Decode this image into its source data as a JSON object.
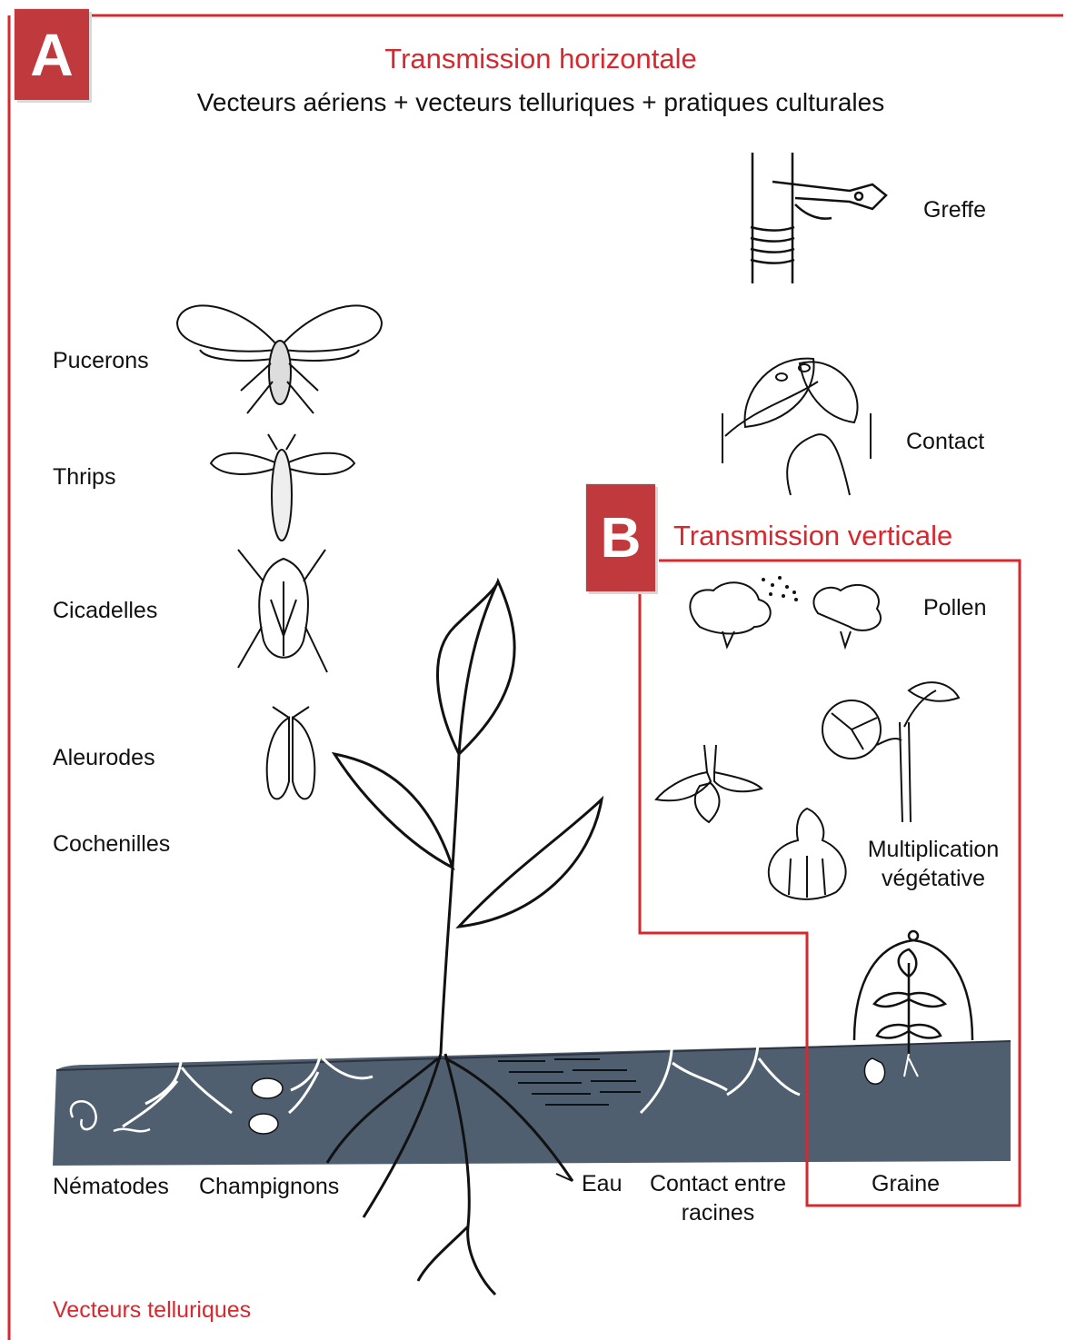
{
  "panel_a": {
    "badge": "A",
    "title": "Transmission horizontale",
    "subtitle": "Vecteurs aériens + vecteurs telluriques + pratiques culturales"
  },
  "panel_b": {
    "badge": "B",
    "title": "Transmission verticale"
  },
  "labels": {
    "greffe": "Greffe",
    "contact": "Contact",
    "pucerons": "Pucerons",
    "thrips": "Thrips",
    "cicadelles": "Cicadelles",
    "aleurodes": "Aleurodes",
    "cochenilles": "Cochenilles",
    "pollen": "Pollen",
    "multiplication": "Multiplication",
    "vegetative": "végétative",
    "nematodes": "Nématodes",
    "champignons": "Champignons",
    "eau": "Eau",
    "contact_entre": "Contact entre",
    "racines": "racines",
    "graine": "Graine",
    "vecteurs_telluriques": "Vecteurs telluriques"
  },
  "colors": {
    "accent_red": "#d9272e",
    "badge_red": "#c0393d",
    "soil": "#4f5f70",
    "ink": "#111111"
  }
}
